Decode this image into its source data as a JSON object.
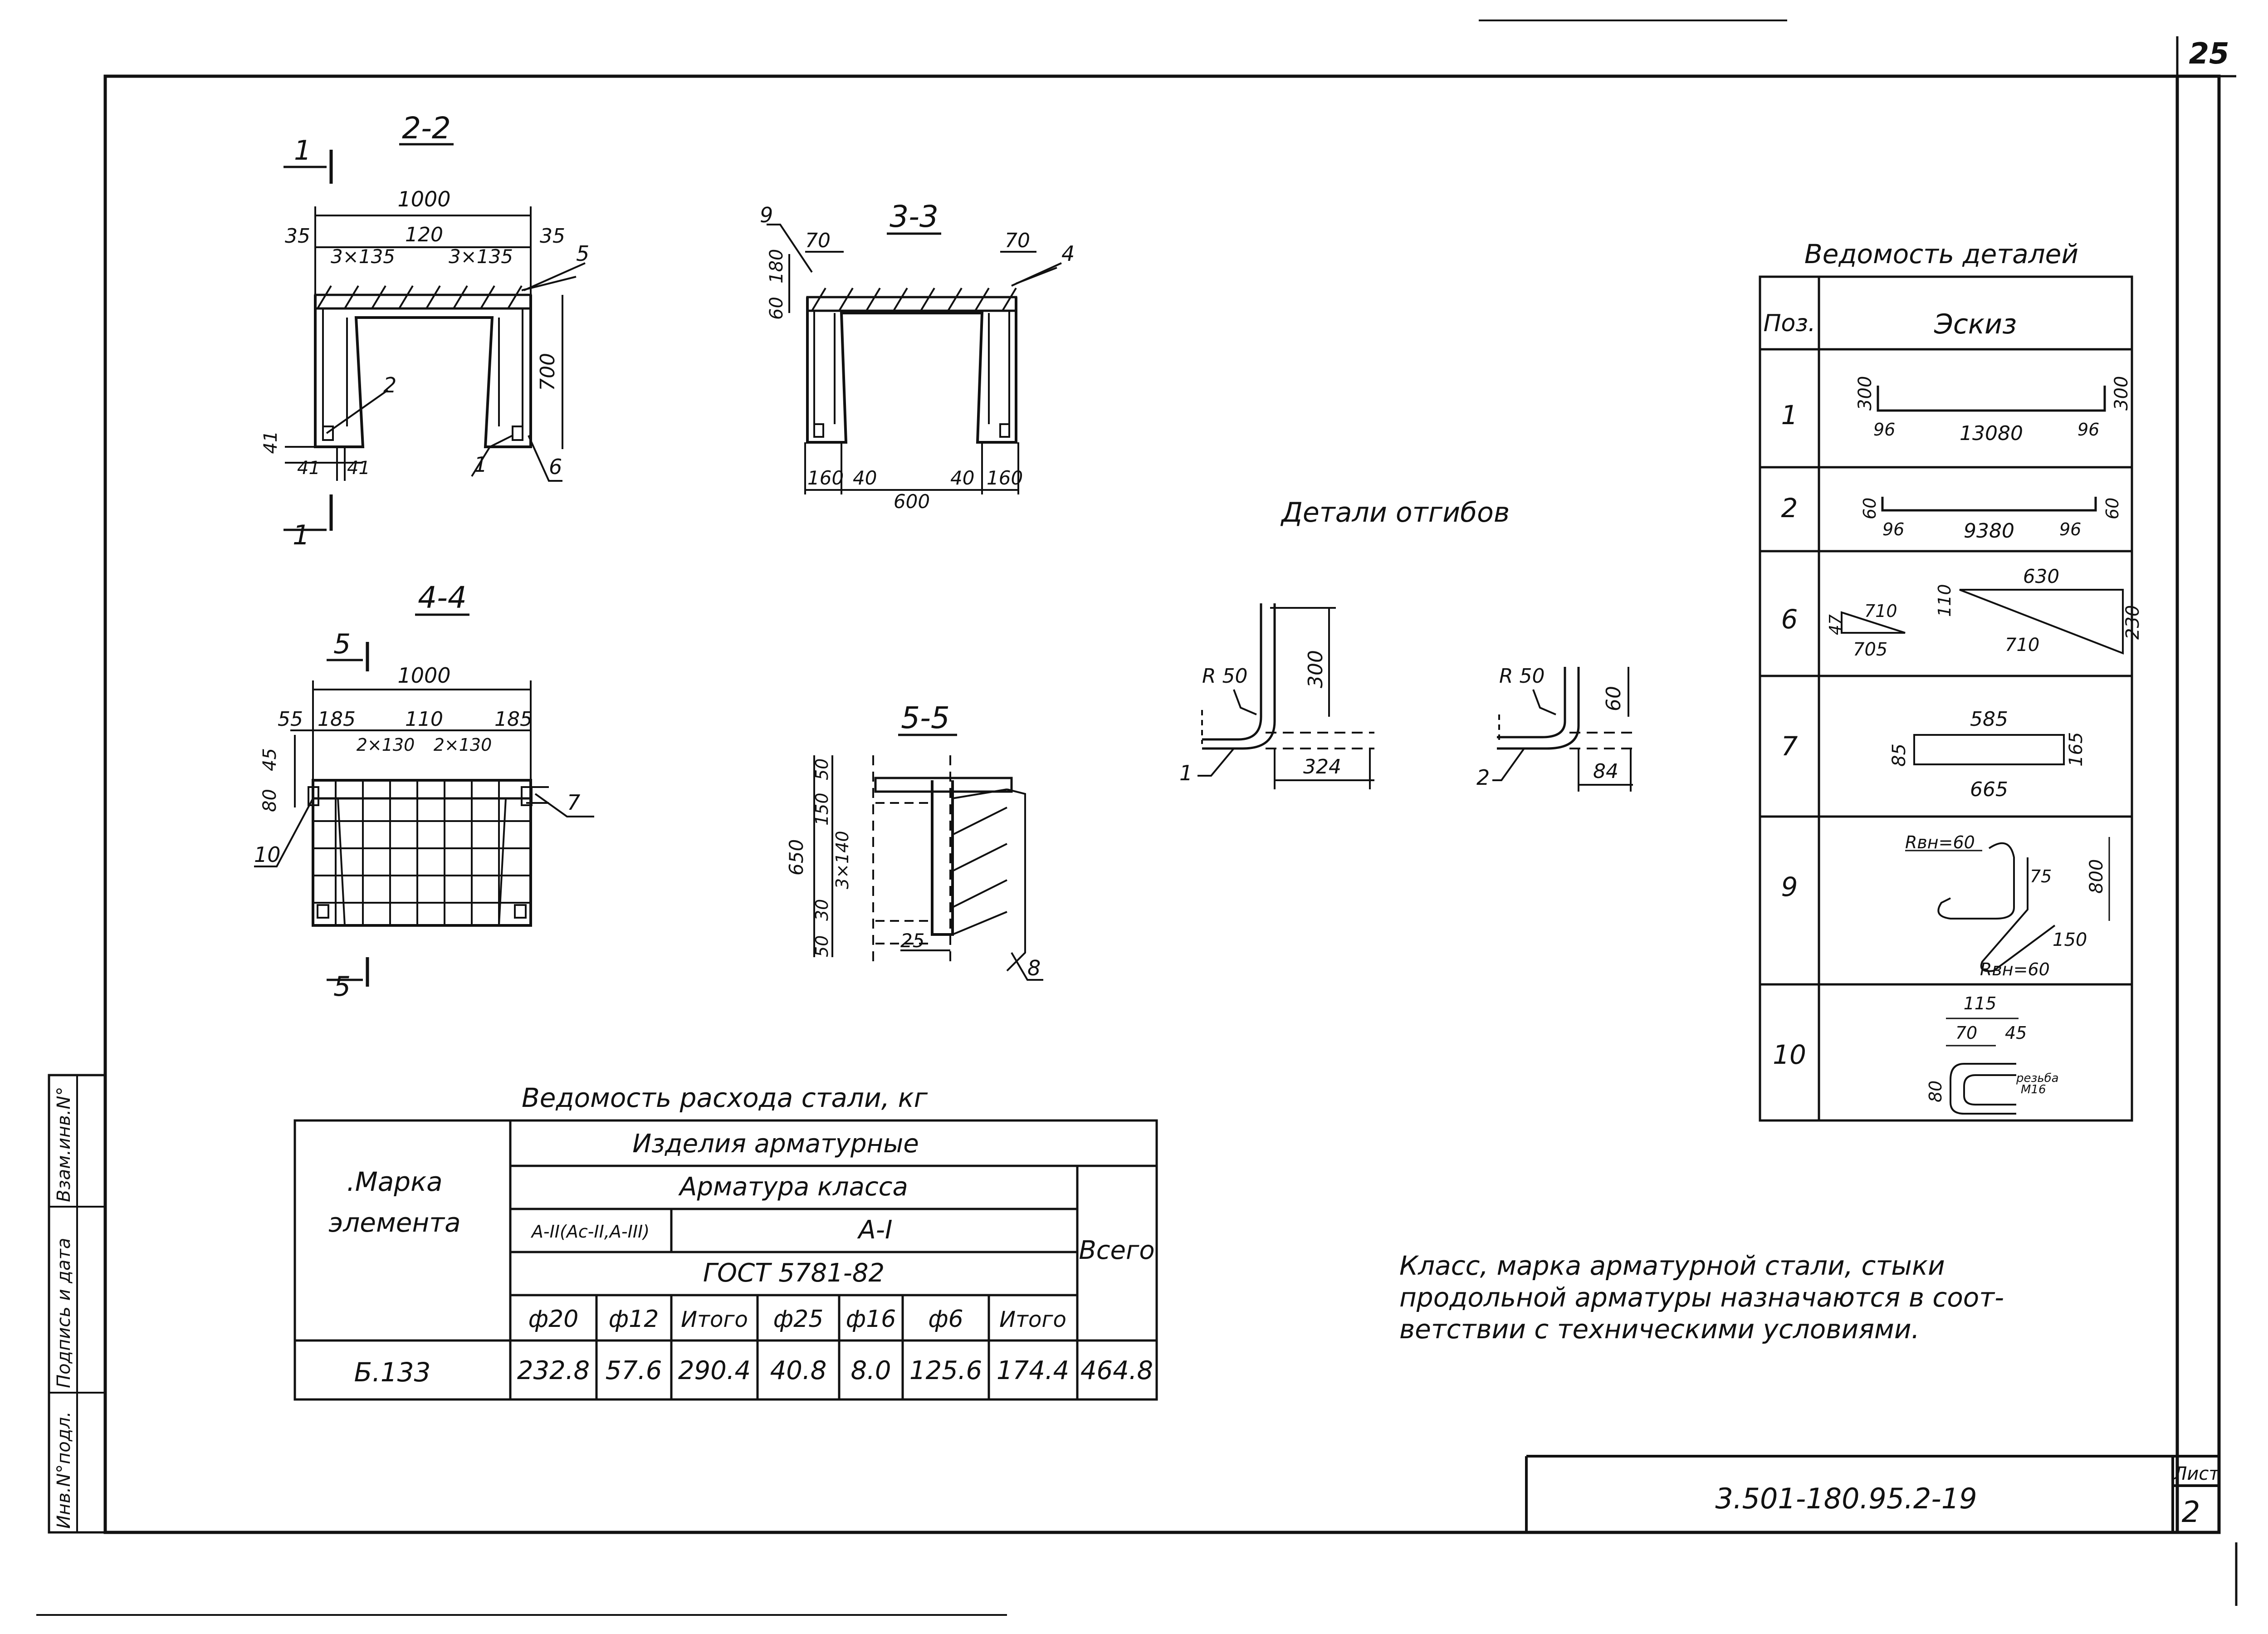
{
  "page_number": "25",
  "sections": {
    "s22": {
      "title": "2-2",
      "cut_top": "1",
      "cut_bottom": "1",
      "dims": [
        "1000",
        "35",
        "120",
        "35",
        "3×135",
        "3×135",
        "700",
        "41",
        "41",
        "41"
      ],
      "callouts": [
        "5",
        "2",
        "1",
        "6"
      ]
    },
    "s33": {
      "title": "3-3",
      "dims": [
        "70",
        "70",
        "60",
        "180",
        "160",
        "40",
        "40",
        "160",
        "600"
      ],
      "callouts": [
        "9",
        "4"
      ]
    },
    "s44": {
      "title": "4-4",
      "cut_top": "5",
      "cut_bottom": "5",
      "dims": [
        "1000",
        "55",
        "185",
        "110",
        "185",
        "2×130",
        "2×130",
        "80",
        "45"
      ],
      "callouts": [
        "7",
        "10"
      ]
    },
    "s55": {
      "title": "5-5",
      "dims": [
        "50",
        "150",
        "650",
        "3×140",
        "30",
        "50",
        "25"
      ],
      "callouts": [
        "8"
      ]
    }
  },
  "bends": {
    "title": "Детали отгибов",
    "b1": {
      "radius": "R 50",
      "height": "300",
      "length": "324",
      "callout": "1"
    },
    "b2": {
      "radius": "R 50",
      "height": "60",
      "length": "84",
      "callout": "2"
    }
  },
  "details_table": {
    "title": "Ведомость деталей",
    "headers": [
      "Поз.",
      "Эскиз"
    ],
    "rows": [
      {
        "pos": "1",
        "dims": [
          "300",
          "96",
          "13080",
          "96",
          "300"
        ]
      },
      {
        "pos": "2",
        "dims": [
          "60",
          "96",
          "9380",
          "96",
          "60"
        ]
      },
      {
        "pos": "6",
        "dims": [
          "47",
          "710",
          "705",
          "110",
          "630",
          "710",
          "230"
        ]
      },
      {
        "pos": "7",
        "dims": [
          "585",
          "85",
          "165",
          "665"
        ]
      },
      {
        "pos": "9",
        "dims": [
          "Rвн=60",
          "75",
          "800",
          "150",
          "Rвн=60"
        ]
      },
      {
        "pos": "10",
        "dims": [
          "115",
          "70",
          "45",
          "80",
          "резьба",
          "М16"
        ]
      }
    ]
  },
  "steel_table": {
    "title": "Ведомость расхода стали, кг",
    "h_items": "Изделия арматурные",
    "h_class": "Арматура класса",
    "h_mark": ".Марка",
    "h_mark2": "элемента",
    "h_a2": "А-II(Ас-II,А-III)",
    "h_a1": "А-I",
    "h_gost": "ГОСТ 5781-82",
    "h_total": "Всего",
    "cols": [
      "ф20",
      "ф12",
      "Итого",
      "ф25",
      "ф16",
      "ф6",
      "Итого"
    ],
    "row": {
      "mark": "Б.133",
      "values": [
        "232.8",
        "57.6",
        "290.4",
        "40.8",
        "8.0",
        "125.6",
        "174.4",
        "464.8"
      ]
    }
  },
  "note": {
    "lines": [
      "Класс, марка арматурной стали, стыки",
      "продольной арматуры назначаются в соот-",
      "ветствии с техническими условиями."
    ]
  },
  "side_stamp": [
    "Инв.N°подл.",
    "Подпись и дата",
    "Взам.инв.N°"
  ],
  "title_block": {
    "code": "3.501-180.95.2-19",
    "sheet_label": "Лист",
    "sheet_number": "2"
  }
}
